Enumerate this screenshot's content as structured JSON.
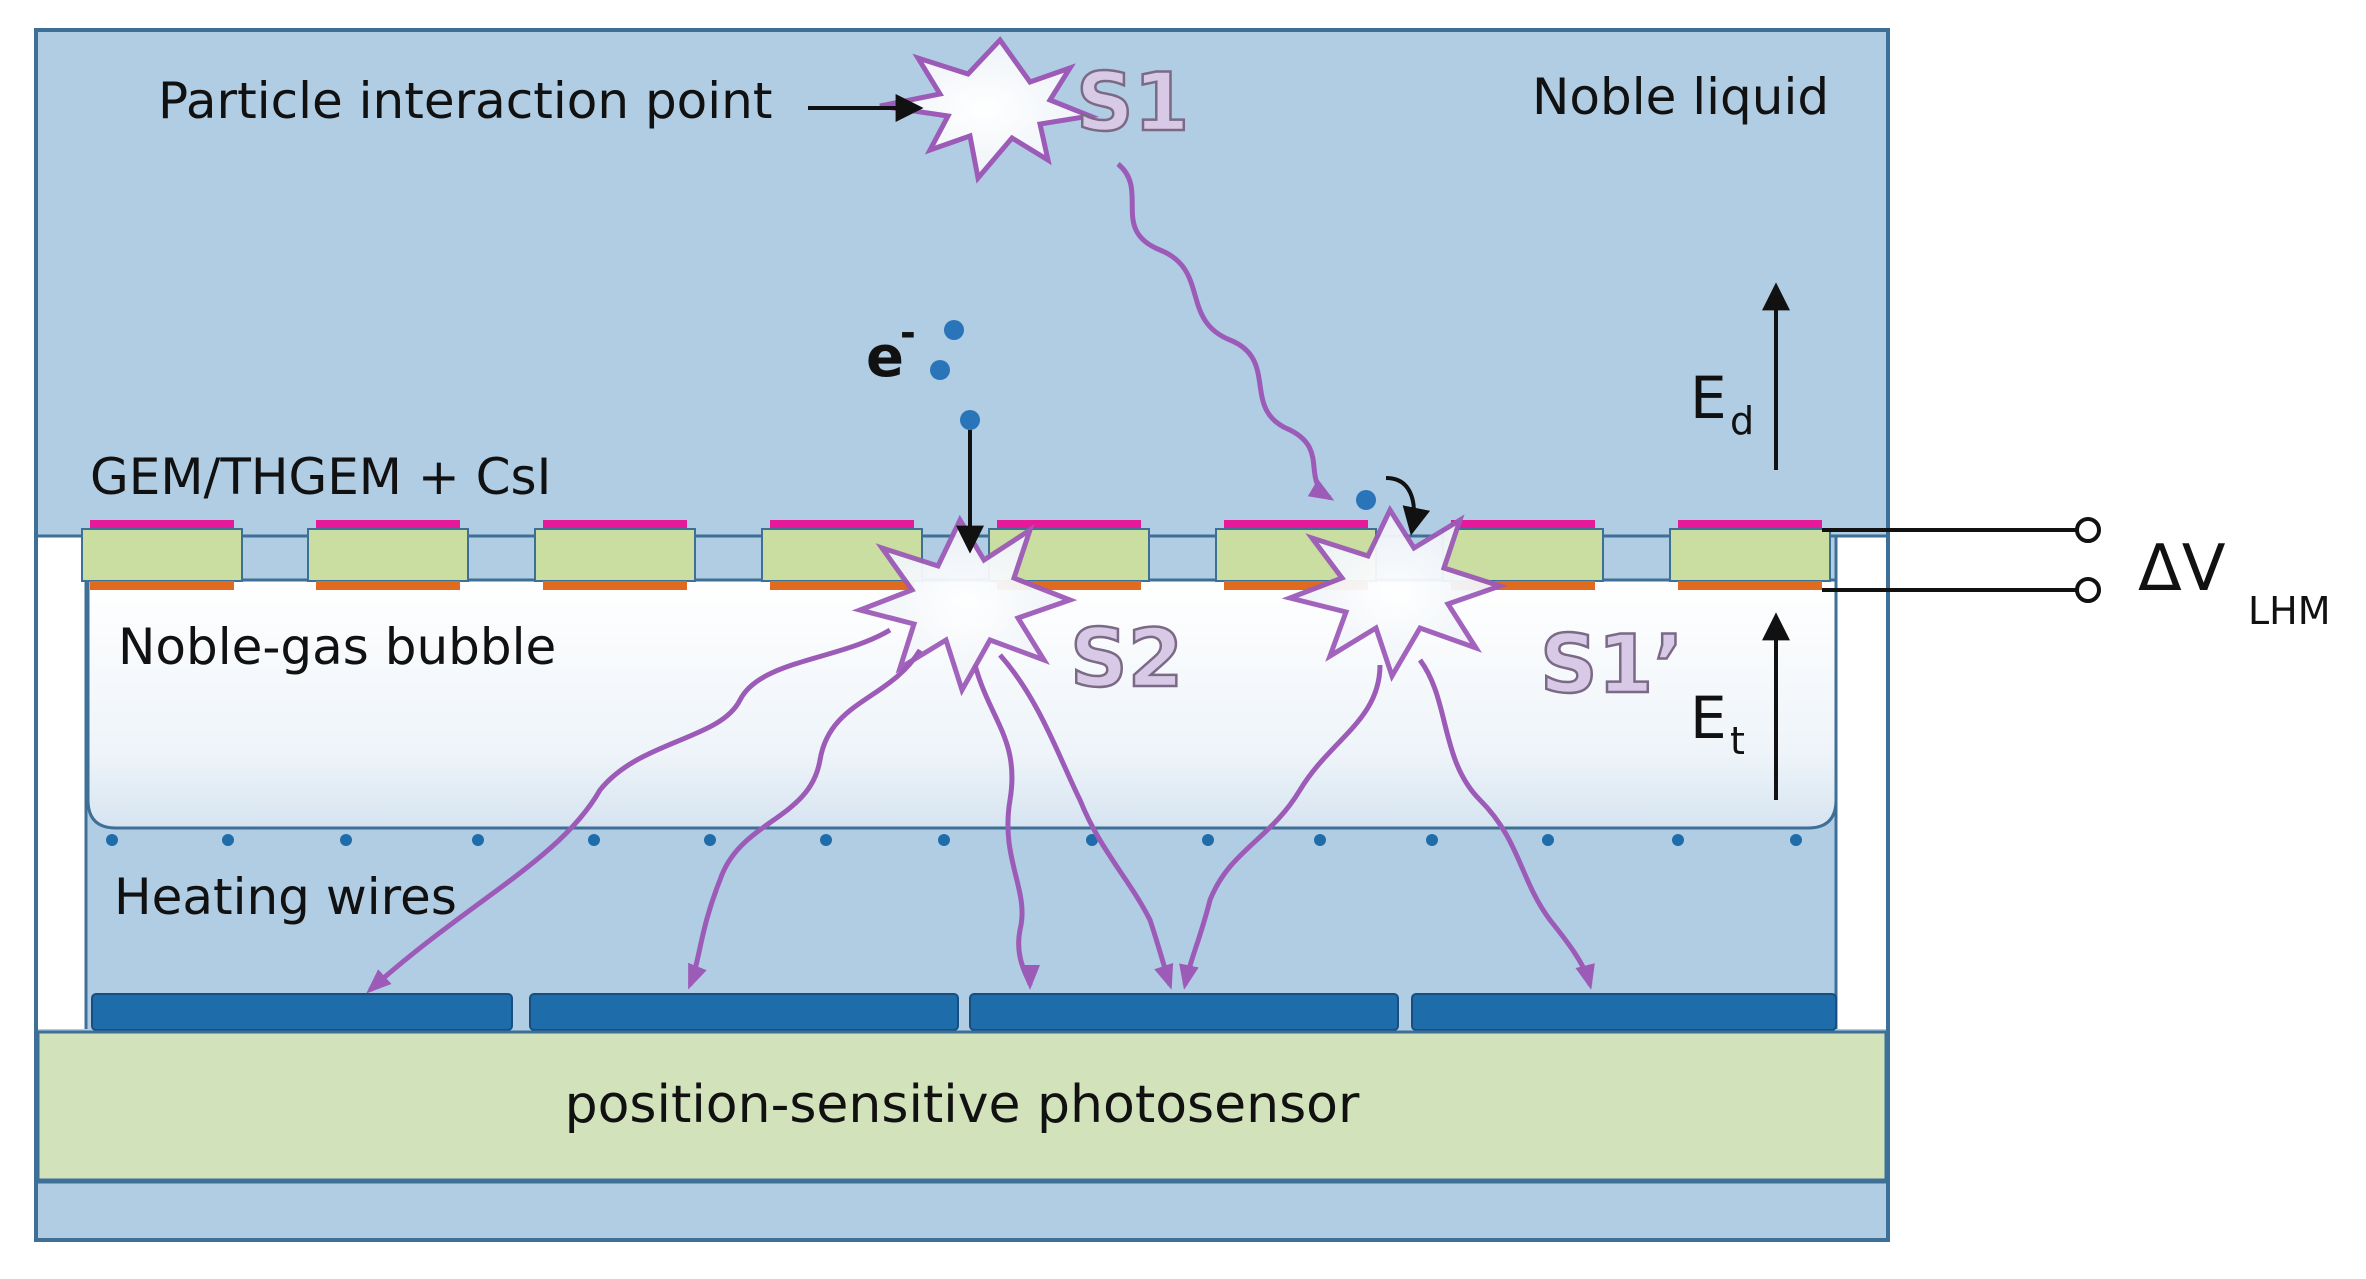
{
  "labels": {
    "particle_interaction_point": "Particle interaction point",
    "noble_liquid": "Noble liquid",
    "s1": "S1",
    "electron_symbol": "e",
    "electron_superscript": "-",
    "field_drift_symbol": "E",
    "field_drift_subscript": "d",
    "gem": "GEM/THGEM + CsI",
    "noble_gas_bubble": "Noble-gas bubble",
    "s2": "S2",
    "s1_prime": "S1’",
    "field_transfer_symbol": "E",
    "field_transfer_subscript": "t",
    "voltage_symbol": "ΔV",
    "voltage_subscript": "LHM",
    "heating_wires": "Heating wires",
    "photosensor": "position-sensitive photosensor"
  },
  "colors": {
    "noble_liquid": "#b1cde3",
    "border": "#3d6f97",
    "bubble": "#f4f8fb",
    "electrode_body": "#c9dea0",
    "electrode_top": "#e6199a",
    "electrode_bottom": "#e06a1e",
    "photosensor": "#d2e3bc",
    "sensor_pixels": "#1f6cab",
    "photon_paths": "#9d5bb8",
    "electron": "#2a74b9"
  }
}
